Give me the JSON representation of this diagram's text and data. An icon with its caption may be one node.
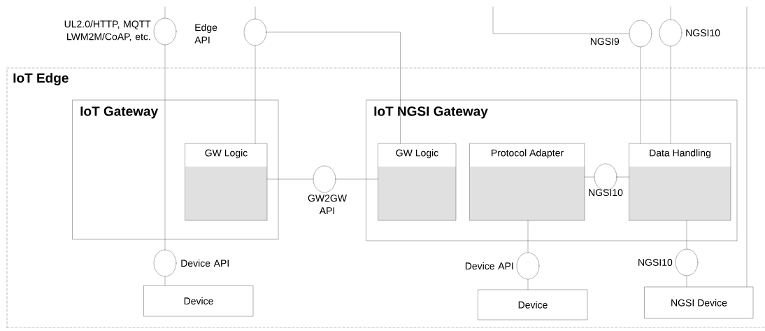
{
  "diagram": {
    "nodes": [
      {
        "text": [
          "IoT Edge"
        ]
      },
      {
        "text": [
          "IoT Gateway"
        ],
        "in": 0
      },
      {
        "text": [
          "GW Logic"
        ],
        "in": 1
      },
      {
        "text": [
          "IoT NGSI Gateway"
        ],
        "in": 0
      },
      {
        "text": [
          "GW Logic"
        ],
        "in": 3
      },
      {
        "text": [
          "Protocol Adapter"
        ],
        "in": 3
      },
      {
        "text": [
          "Data Handling"
        ],
        "in": 3
      },
      {
        "text": [
          "Device"
        ],
        "in": 0
      },
      {
        "text": [
          "Device"
        ],
        "in": 0
      },
      {
        "text": [
          "NGSI Device"
        ],
        "in": 0
      },
      {
        "text": [],
        "shape": "circle",
        "beside": [
          "UL2.0/HTTP, MQTT LWM2M/CoAP, etc."
        ]
      },
      {
        "text": [],
        "shape": "circle",
        "beside": [
          "Edge API"
        ]
      },
      {
        "text": [],
        "shape": "circle",
        "beside": [
          "NGSI9"
        ]
      },
      {
        "text": [],
        "shape": "circle",
        "beside": [
          "NGSI10"
        ]
      },
      {
        "text": [],
        "shape": "circle",
        "in": 0,
        "beside": [
          "GW2GW API"
        ]
      },
      {
        "text": [],
        "shape": "circle",
        "in": 3,
        "beside": [
          "NGSI10"
        ]
      },
      {
        "text": [],
        "shape": "circle",
        "in": 0,
        "beside": [
          "Device API"
        ]
      },
      {
        "text": [],
        "shape": "circle",
        "in": 0,
        "beside": [
          "Device API"
        ]
      },
      {
        "text": [],
        "shape": "circle",
        "in": 0,
        "beside": [
          "NGSI10"
        ]
      }
    ],
    "edges": [
      {
        "from": null,
        "to": 10,
        "arrow": "none"
      },
      {
        "from": 10,
        "to": 16,
        "arrow": "none"
      },
      {
        "from": 16,
        "to": 7,
        "arrow": "none"
      },
      {
        "from": null,
        "to": 11,
        "arrow": "none"
      },
      {
        "from": 11,
        "to": 2,
        "arrow": "none"
      },
      {
        "from": 11,
        "to": 4,
        "arrow": "none"
      },
      {
        "from": null,
        "to": 12,
        "arrow": "none"
      },
      {
        "from": null,
        "to": 13,
        "arrow": "none"
      },
      {
        "from": 12,
        "to": 6,
        "arrow": "none"
      },
      {
        "from": 13,
        "to": 6,
        "arrow": "none"
      },
      {
        "from": 2,
        "to": 14,
        "arrow": "none"
      },
      {
        "from": 14,
        "to": 4,
        "arrow": "none"
      },
      {
        "from": 5,
        "to": 15,
        "arrow": "none"
      },
      {
        "from": 15,
        "to": 6,
        "arrow": "none"
      },
      {
        "from": 5,
        "to": 17,
        "arrow": "none"
      },
      {
        "from": 17,
        "to": 8,
        "arrow": "none"
      },
      {
        "from": 6,
        "to": 18,
        "arrow": "none"
      },
      {
        "from": 18,
        "to": 9,
        "arrow": "none"
      },
      {
        "from": null,
        "to": 9,
        "arrow": "none"
      }
    ]
  }
}
